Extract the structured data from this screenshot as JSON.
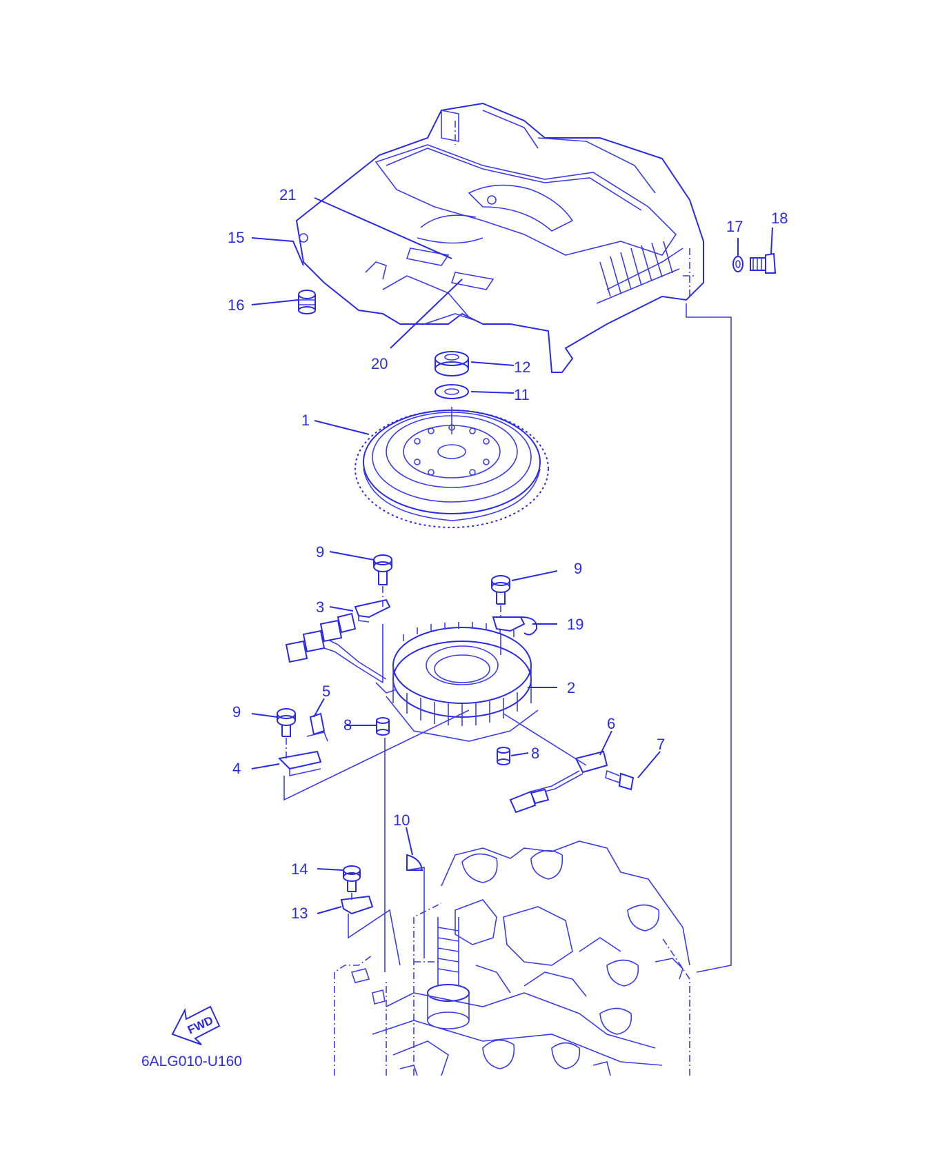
{
  "diagram": {
    "part_code": "6ALG010-U160",
    "direction_badge": "FWD",
    "callouts": [
      {
        "id": "c1",
        "label": "1"
      },
      {
        "id": "c2",
        "label": "2"
      },
      {
        "id": "c3",
        "label": "3"
      },
      {
        "id": "c4",
        "label": "4"
      },
      {
        "id": "c5",
        "label": "5"
      },
      {
        "id": "c6",
        "label": "6"
      },
      {
        "id": "c7",
        "label": "7"
      },
      {
        "id": "c8a",
        "label": "8"
      },
      {
        "id": "c8b",
        "label": "8"
      },
      {
        "id": "c9a",
        "label": "9"
      },
      {
        "id": "c9b",
        "label": "9"
      },
      {
        "id": "c9c",
        "label": "9"
      },
      {
        "id": "c10",
        "label": "10"
      },
      {
        "id": "c11",
        "label": "11"
      },
      {
        "id": "c12",
        "label": "12"
      },
      {
        "id": "c13",
        "label": "13"
      },
      {
        "id": "c14",
        "label": "14"
      },
      {
        "id": "c15",
        "label": "15"
      },
      {
        "id": "c16",
        "label": "16"
      },
      {
        "id": "c17",
        "label": "17"
      },
      {
        "id": "c18",
        "label": "18"
      },
      {
        "id": "c19",
        "label": "19"
      },
      {
        "id": "c20",
        "label": "20"
      },
      {
        "id": "c21",
        "label": "21"
      }
    ],
    "colors": {
      "ink": "#2a2ae6",
      "background": "#ffffff"
    }
  }
}
